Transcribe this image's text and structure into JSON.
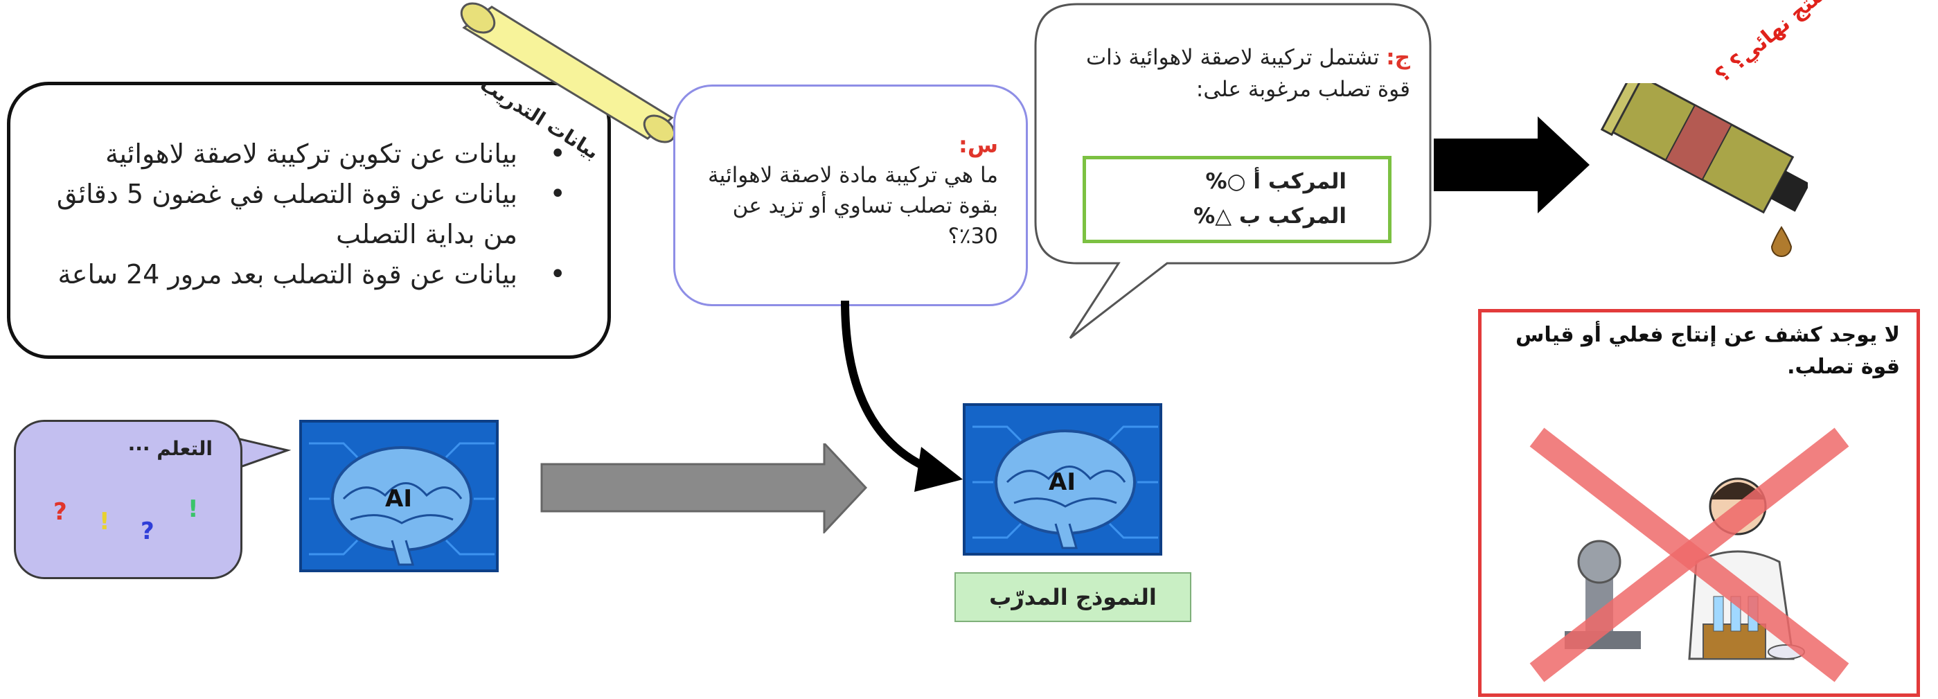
{
  "training_data": {
    "scroll_label": "بيانات التدريب",
    "items": [
      "بيانات عن تكوين تركيبة لاصقة لاهوائية",
      "بيانات عن قوة التصلب في غضون 5 دقائق من بداية التصلب",
      "بيانات عن قوة التصلب بعد مرور 24 ساعة"
    ]
  },
  "question": {
    "label": "س:",
    "text": "ما هي تركيبة مادة لاصقة لاهوائية بقوة تصلب تساوي أو تزيد عن 30٪؟"
  },
  "answer": {
    "label": "ج:",
    "text": "تشتمل تركيبة لاصقة لاهوائية ذات قوة تصلب مرغوبة على:",
    "compound_a": "المركب أ ○%",
    "compound_b": "المركب ب △%"
  },
  "learning": {
    "label": "التعلم ···",
    "symbols": [
      "?",
      "!",
      "?",
      "!"
    ]
  },
  "ai_chip_label": "AI",
  "trained_model_label": "النموذج المدرّب",
  "final_product_label": "منتج نهائي؟ ؟",
  "warning": {
    "text": "لا يوجد كشف عن إنتاج فعلي أو قياس قوة تصلب."
  },
  "colors": {
    "accent_red": "#e0352b",
    "chip_blue": "#1565c8",
    "green_border": "#7cc142",
    "learning_purple": "#c3bff0"
  }
}
